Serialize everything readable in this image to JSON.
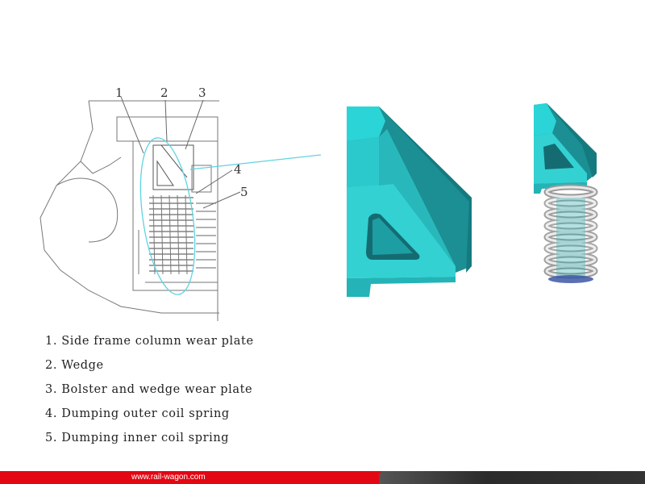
{
  "callouts": [
    {
      "label": "1"
    },
    {
      "label": "2"
    },
    {
      "label": "3"
    },
    {
      "label": "4"
    },
    {
      "label": "5"
    }
  ],
  "legend": [
    "1. Side frame column wear plate",
    "2. Wedge",
    "3. Bolster and wedge wear plate",
    "4. Dumping outer coil spring",
    "5. Dumping inner coil spring"
  ],
  "footer": {
    "site": "www.rail-wagon.com",
    "colors": {
      "left_bar": "#e30613",
      "right_bar": "#333333"
    }
  },
  "colors": {
    "part_cyan": "#2bd0d0",
    "part_cyan_dark": "#1a8f94",
    "highlight_ellipse": "#5fd3e0",
    "drawing_line": "#666666"
  },
  "icons": [
    "wedge-3d-icon",
    "wedge-spring-3d-icon"
  ]
}
